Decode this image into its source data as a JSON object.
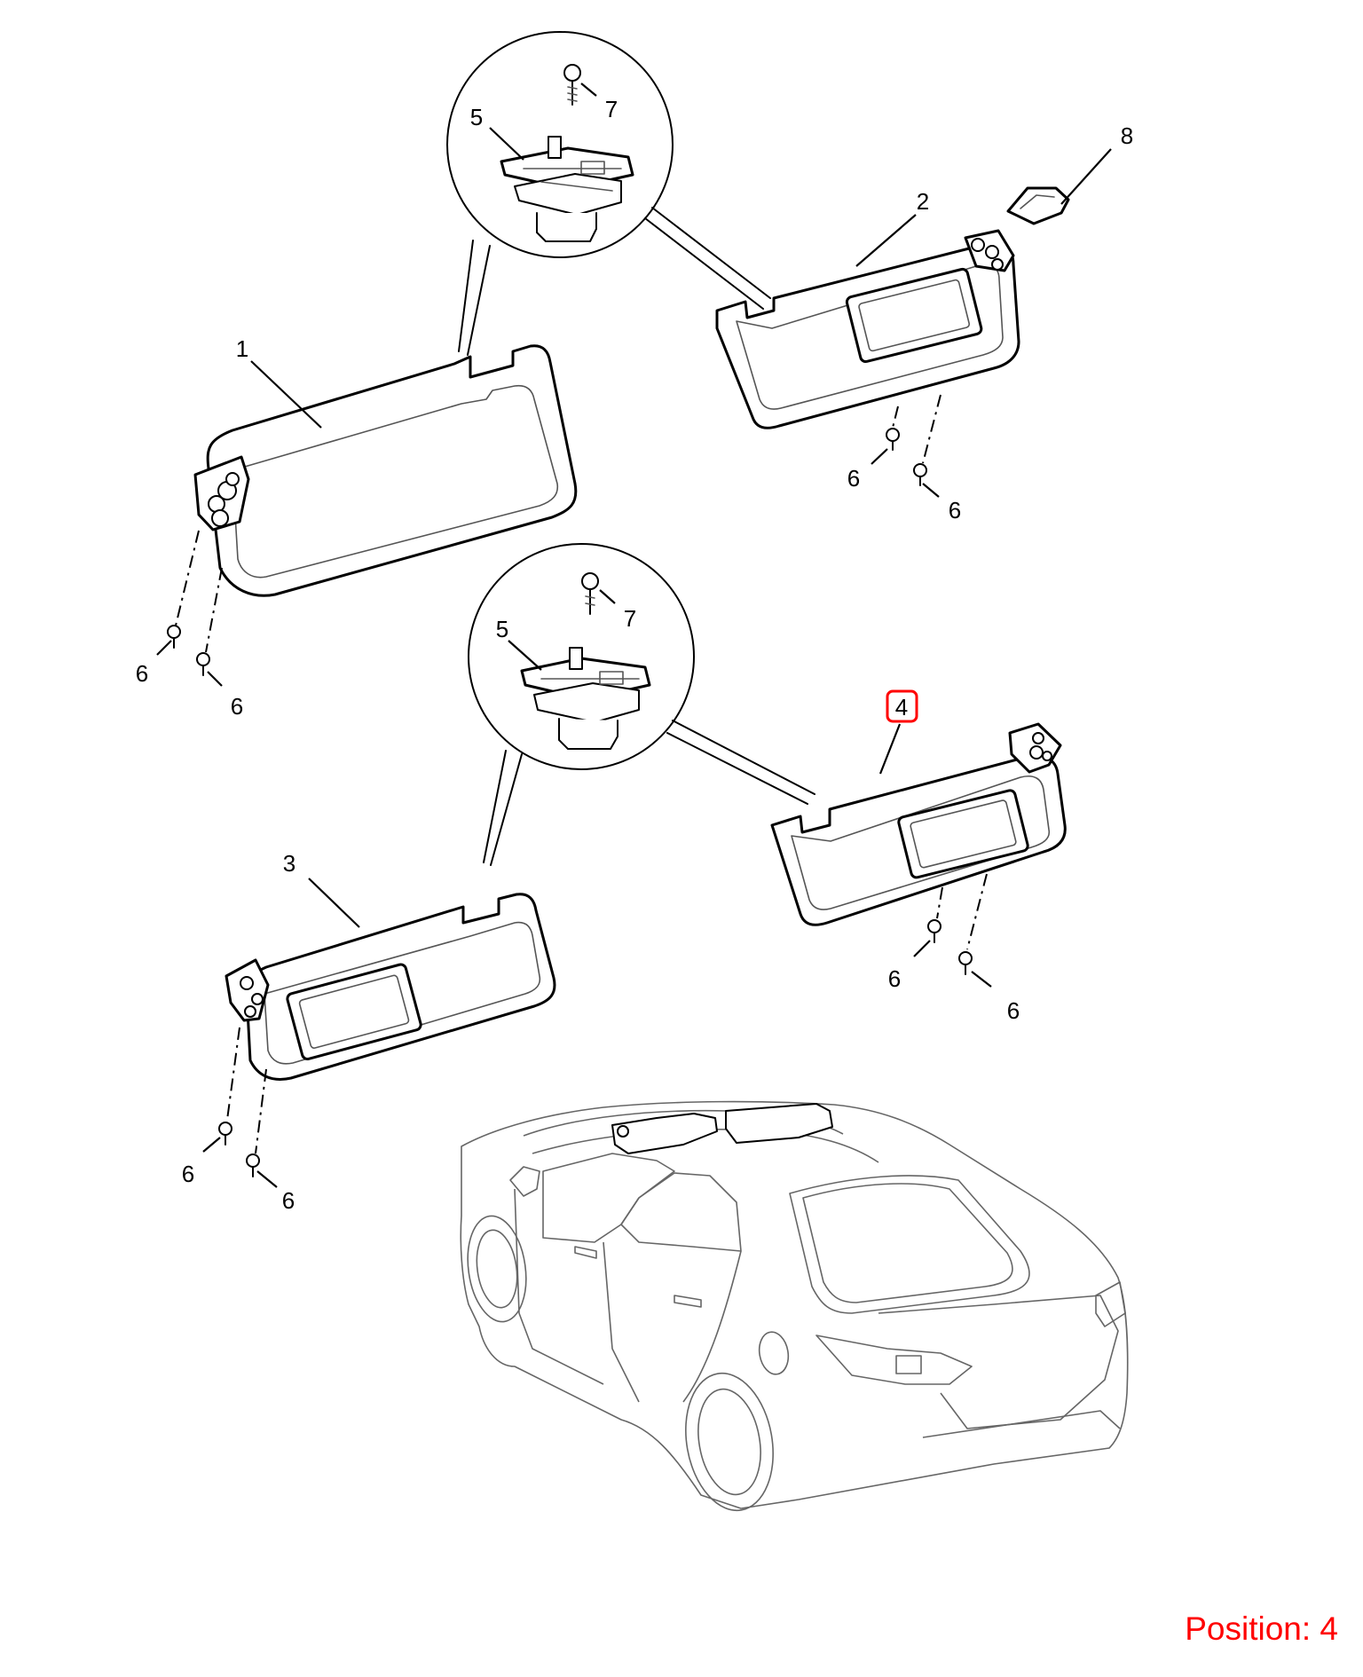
{
  "callouts": {
    "c1": "1",
    "c2": "2",
    "c3": "3",
    "c4": "4",
    "c5": "5",
    "c6": "6",
    "c7": "7",
    "c8": "8"
  },
  "position_label": "Position: 4",
  "colors": {
    "line": "#000000",
    "highlight": "#ff0000",
    "background": "#ffffff"
  }
}
